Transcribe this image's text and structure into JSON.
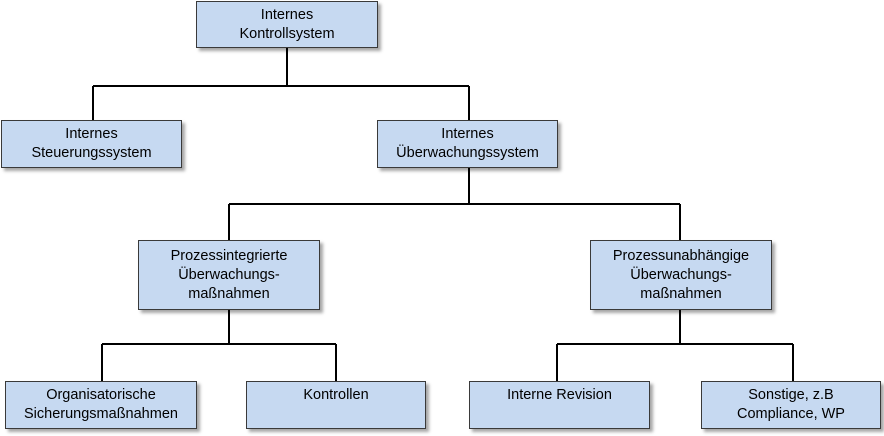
{
  "diagram": {
    "nodes": {
      "root": {
        "label": "Internes\nKontrollsystem"
      },
      "steuerung": {
        "label": "Internes\nSteuerungssystem"
      },
      "ueberwachung": {
        "label": "Internes\nÜberwachungssystem"
      },
      "prozessintegriert": {
        "label": "Prozessintegrierte\nÜberwachungs-\nmaßnahmen"
      },
      "prozessunabhaengig": {
        "label": "Prozessunabhängige\nÜberwachungs-\nmaßnahmen"
      },
      "organisatorisch": {
        "label": "Organisatorische\nSicherungsmaßnahmen"
      },
      "kontrollen": {
        "label": "Kontrollen"
      },
      "revision": {
        "label": "Interne Revision"
      },
      "sonstige": {
        "label": "Sonstige, z.B\nCompliance, WP"
      }
    },
    "edges": [
      {
        "from": "root",
        "to": "steuerung"
      },
      {
        "from": "root",
        "to": "ueberwachung"
      },
      {
        "from": "ueberwachung",
        "to": "prozessintegriert"
      },
      {
        "from": "ueberwachung",
        "to": "prozessunabhaengig"
      },
      {
        "from": "prozessintegriert",
        "to": "organisatorisch"
      },
      {
        "from": "prozessintegriert",
        "to": "kontrollen"
      },
      {
        "from": "prozessunabhaengig",
        "to": "revision"
      },
      {
        "from": "prozessunabhaengig",
        "to": "sonstige"
      }
    ],
    "colors": {
      "box_fill": "#c6d9f1",
      "box_border": "#3a3a3a",
      "connector": "#000000",
      "background": "#ffffff"
    }
  }
}
